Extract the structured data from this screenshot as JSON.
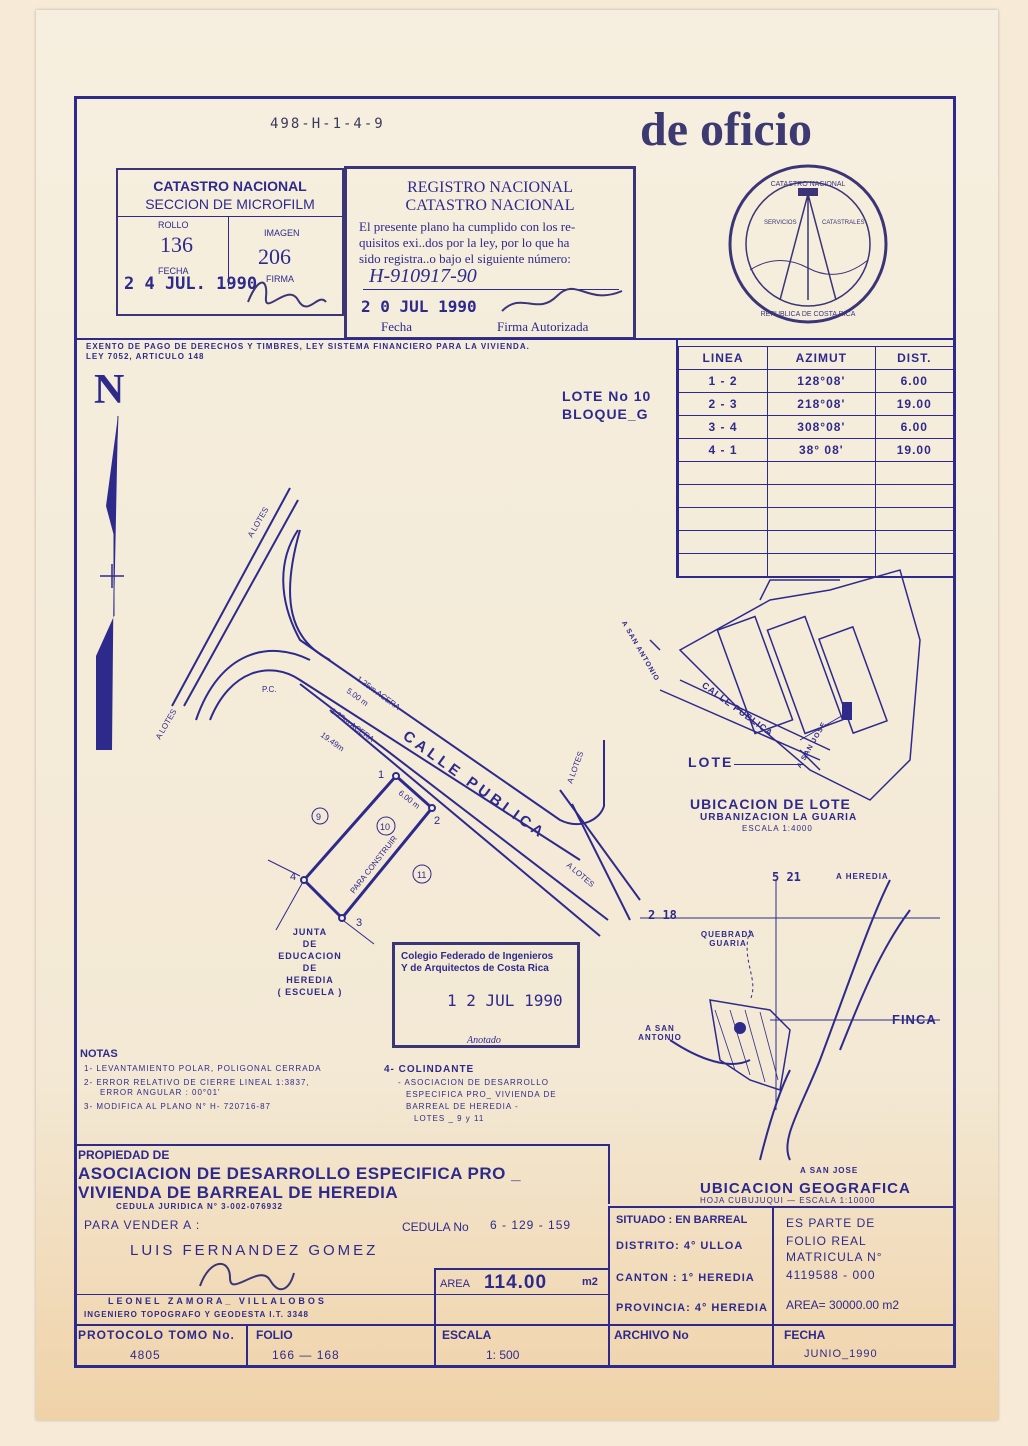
{
  "plan_code": "498-H-1-4-9",
  "de_oficio": "de oficio",
  "microfilm": {
    "title1": "CATASTRO NACIONAL",
    "title2": "SECCION DE MICROFILM",
    "rollo_label": "ROLLO",
    "rollo": "136",
    "imagen_label": "IMAGEN",
    "imagen": "206",
    "fecha_label": "FECHA",
    "fecha": "2 4 JUL. 1990",
    "firma_label": "FIRMA"
  },
  "registro": {
    "title1": "REGISTRO NACIONAL",
    "title2": "CATASTRO NACIONAL",
    "line1": "El presente plano ha cumplido con los re-",
    "line2": "quisitos exi..dos por la ley, por lo que ha",
    "line3": "sido registra..o bajo el siguiente número:",
    "numero": "H-910917-90",
    "fecha": "2 0 JUL 1990",
    "fecha_label": "Fecha",
    "firma_label": "Firma Autorizada"
  },
  "seal": {
    "top": "CATASTRO NACIONAL",
    "left": "SERVICIOS",
    "right": "CATASTRALES",
    "bottom": "REPUBLICA DE COSTA RICA"
  },
  "exento": {
    "line1": "EXENTO DE PAGO DE DERECHOS Y TIMBRES, LEY SISTEMA FINANCIERO PARA LA VIVIENDA.",
    "line2": "LEY 7052, ARTICULO 148"
  },
  "lote": {
    "lote": "LOTE No 10",
    "bloque": "BLOQUE_G"
  },
  "azimut_table": {
    "headers": [
      "LINEA",
      "AZIMUT",
      "DIST."
    ],
    "rows": [
      [
        "1 - 2",
        "128°08'",
        "6.00"
      ],
      [
        "2 - 3",
        "218°08'",
        "19.00"
      ],
      [
        "3 - 4",
        "308°08'",
        "6.00"
      ],
      [
        "4 - 1",
        "38° 08'",
        "19.00"
      ]
    ]
  },
  "north": "N",
  "plan": {
    "calle": "CALLE PUBLICA",
    "acera1": "1.25m ACERA",
    "acera2": "1.25m ACERA",
    "width": "5.00 m",
    "dist": "19.49m",
    "pc": "P.C.",
    "lotes_a": "A LOTES",
    "lotes_b": "A LOTES",
    "lotes_c": "A LOTES",
    "lotes_d": "A LOTES",
    "side": "6.00 m",
    "para_construir": "PARA CONSTRUIR",
    "n1": "1",
    "n2": "2",
    "n3": "3",
    "n4": "4",
    "c9": "9",
    "c10": "10",
    "c11": "11",
    "junta": [
      "JUNTA",
      "DE",
      "EDUCACION",
      "DE",
      "HEREDIA",
      "( ESCUELA )"
    ]
  },
  "colegio": {
    "line1": "Colegio Federado de Ingenieros",
    "line2": "Y de Arquitectos de Costa Rica",
    "fecha": "1 2 JUL 1990",
    "anotado": "Anotado"
  },
  "ubicacion_lote": {
    "lote": "LOTE",
    "a_san_antonio": "A SAN ANTONIO",
    "calle": "CALLE PUBLICA",
    "a_san_jose": "A SAN JOSE",
    "title": "UBICACION DE LOTE",
    "sub": "URBANIZACION LA GUARIA",
    "escala": "ESCALA 1:4000"
  },
  "ubicacion_geo": {
    "c521": "5 21",
    "c218": "2 18",
    "a_heredia": "A HEREDIA",
    "quebrada": "QUEBRADA GUARIA",
    "finca": "FINCA",
    "a_san_antonio": "A SAN ANTONIO",
    "a_san_jose": "A SAN JOSE",
    "title": "UBICACION GEOGRAFICA",
    "sub": "HOJA CUBUJUQUI — ESCALA 1:10000"
  },
  "notas": {
    "title": "NOTAS",
    "items": [
      "1- LEVANTAMIENTO POLAR, POLIGONAL CERRADA",
      "2- ERROR RELATIVO DE CIERRE LINEAL 1:3837,",
      "ERROR ANGULAR : 00°01'",
      "3- MODIFICA AL PLANO N° H- 720716-87"
    ]
  },
  "colindante": {
    "title": "4- COLINDANTE",
    "lines": [
      "- ASOCIACION DE DESARROLLO",
      "ESPECIFICA PRO_ VIVIENDA DE",
      "BARREAL DE HEREDIA -",
      "LOTES _ 9 y 11"
    ]
  },
  "propiedad": {
    "label": "PROPIEDAD DE",
    "name1": "ASOCIACION DE DESARROLLO ESPECIFICA PRO _",
    "name2": "VIVIENDA DE BARREAL DE HEREDIA",
    "cedula_juridica": "CEDULA JURIDICA N° 3-002-076932",
    "vender_label": "PARA VENDER A :",
    "cedula_label": "CEDULA No",
    "cedula": "6 - 129 - 159",
    "comprador": "LUIS FERNANDEZ GOMEZ"
  },
  "ingeniero": {
    "name": "LEONEL ZAMORA_ VILLALOBOS",
    "title": "INGENIERO TOPOGRAFO Y GEODESTA I.T. 3348"
  },
  "area": {
    "label": "AREA",
    "value": "114.00",
    "unit": "m2"
  },
  "situado": {
    "situado": "SITUADO : EN BARREAL",
    "distrito": "DISTRITO: 4° ULLOA",
    "canton": "CANTON : 1° HEREDIA",
    "provincia": "PROVINCIA: 4° HEREDIA"
  },
  "folio_real": {
    "l1": "ES PARTE DE",
    "l2": "FOLIO REAL",
    "l3": "MATRICULA N°",
    "l4": "4119588 - 000",
    "area": "AREA= 30000.00 m2"
  },
  "bottom": {
    "protocolo_label": "PROTOCOLO TOMO No.",
    "protocolo": "4805",
    "folio_label": "FOLIO",
    "folio": "166 — 168",
    "escala_label": "ESCALA",
    "escala": "1: 500",
    "archivo_label": "ARCHIVO No",
    "fecha_label": "FECHA",
    "fecha": "JUNIO_1990"
  }
}
